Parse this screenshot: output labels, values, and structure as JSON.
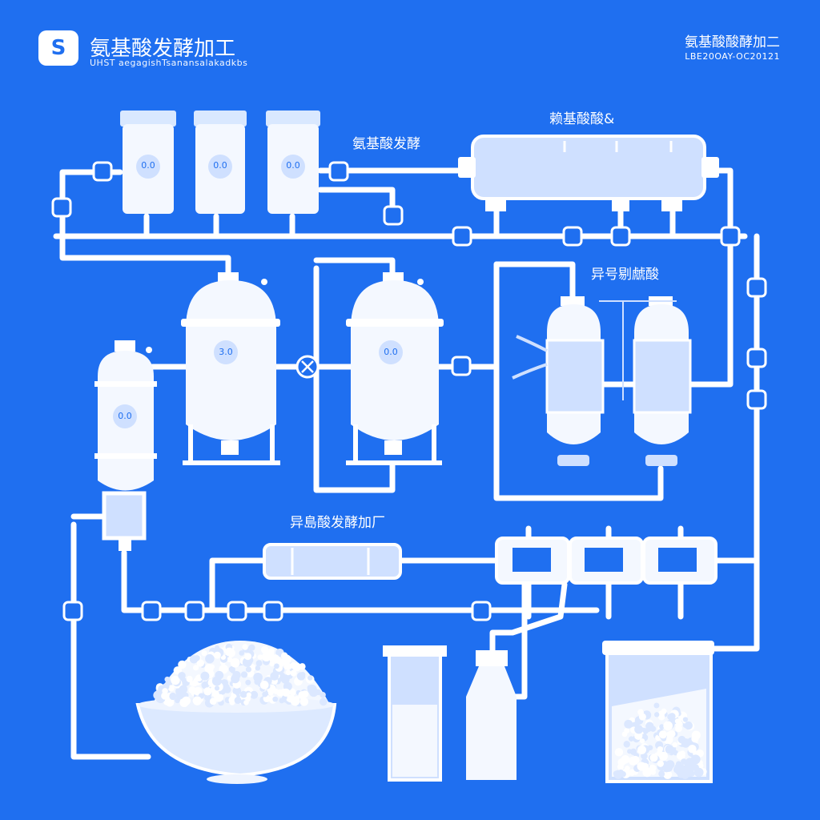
{
  "header": {
    "logo_text": "S",
    "title": "氨基酸发酵加工",
    "subtitle": "UHST aegagishTsanansalakadkbs",
    "right_title": "氨基酸酸酵加二",
    "right_subtitle": "LBE20OAY-OC20121"
  },
  "labels": {
    "fermentation": "氨基酸发酵",
    "top_right_unit": "赖基酸酸&",
    "isomer_unit": "异号剔虤酸",
    "process_line": "异島酸发酵加厂"
  },
  "tanks": {
    "small_1": "0.0",
    "small_2": "0.0",
    "small_3": "0.0",
    "column_left": "0.0",
    "reactor_1": "3.0",
    "reactor_2": "0.0"
  },
  "colors": {
    "background": "#1f6ff0",
    "pipe": "#ffffff",
    "vessel": "#f2f7ff",
    "accent_fill": "#cfe0ff"
  }
}
